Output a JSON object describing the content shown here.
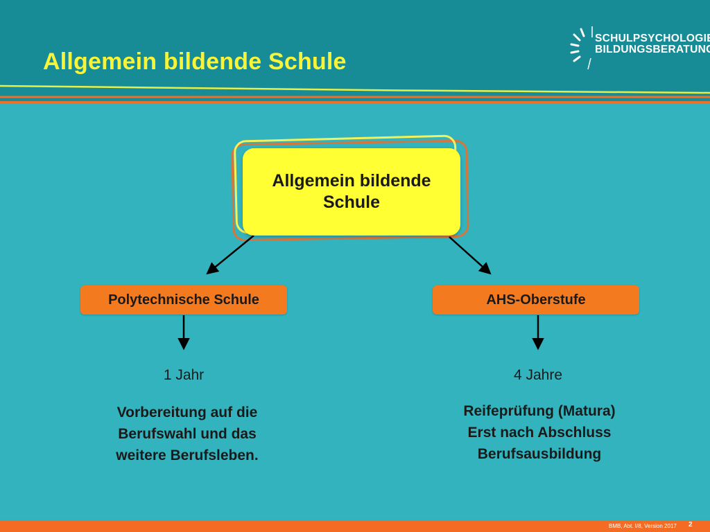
{
  "slide": {
    "title": "Allgemein bildende Schule",
    "logo_line1": "SCHULPSYCHOLOGIE",
    "logo_line2": "BILDUNGSBERATUNG"
  },
  "diagram": {
    "root": "Allgemein bildende\nSchule",
    "left": {
      "label": "Polytechnische Schule",
      "duration": "1 Jahr",
      "description": "Vorbereitung auf die\nBerufswahl und das\nweitere Berufsleben."
    },
    "right": {
      "label": "AHS-Oberstufe",
      "duration": "4 Jahre",
      "description": "Reifeprüfung (Matura)\nErst nach Abschluss\nBerufsausbildung"
    }
  },
  "footer": {
    "credit": "BMB, Abt. I/8, Version 2017",
    "page": "2"
  },
  "colors": {
    "background": "#33b3bd",
    "header": "#178c96",
    "title": "#f7f43a",
    "root_box": "#ffff33",
    "pill": "#f47a20",
    "footer_bar": "#f46c24"
  }
}
